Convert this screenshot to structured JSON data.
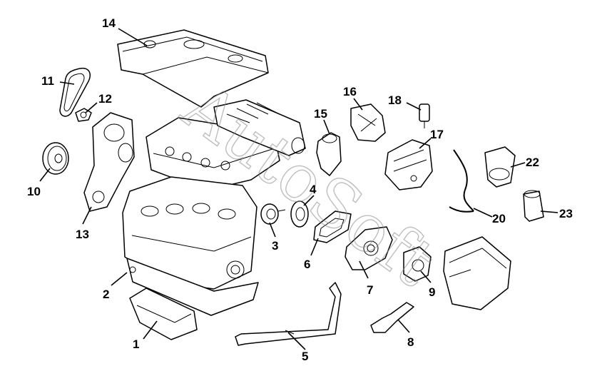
{
  "watermark": "AutoSoft",
  "callouts": [
    {
      "id": "c1",
      "label": "1"
    },
    {
      "id": "c2",
      "label": "2"
    },
    {
      "id": "c3",
      "label": "3"
    },
    {
      "id": "c4",
      "label": "4"
    },
    {
      "id": "c5",
      "label": "5"
    },
    {
      "id": "c6",
      "label": "6"
    },
    {
      "id": "c7",
      "label": "7"
    },
    {
      "id": "c8",
      "label": "8"
    },
    {
      "id": "c9",
      "label": "9"
    },
    {
      "id": "c10",
      "label": "10"
    },
    {
      "id": "c11",
      "label": "11"
    },
    {
      "id": "c12",
      "label": "12"
    },
    {
      "id": "c13",
      "label": "13"
    },
    {
      "id": "c14",
      "label": "14"
    },
    {
      "id": "c15",
      "label": "15"
    },
    {
      "id": "c16",
      "label": "16"
    },
    {
      "id": "c17",
      "label": "17"
    },
    {
      "id": "c18",
      "label": "18"
    },
    {
      "id": "c20",
      "label": "20"
    },
    {
      "id": "c22",
      "label": "22"
    },
    {
      "id": "c23",
      "label": "23"
    }
  ]
}
